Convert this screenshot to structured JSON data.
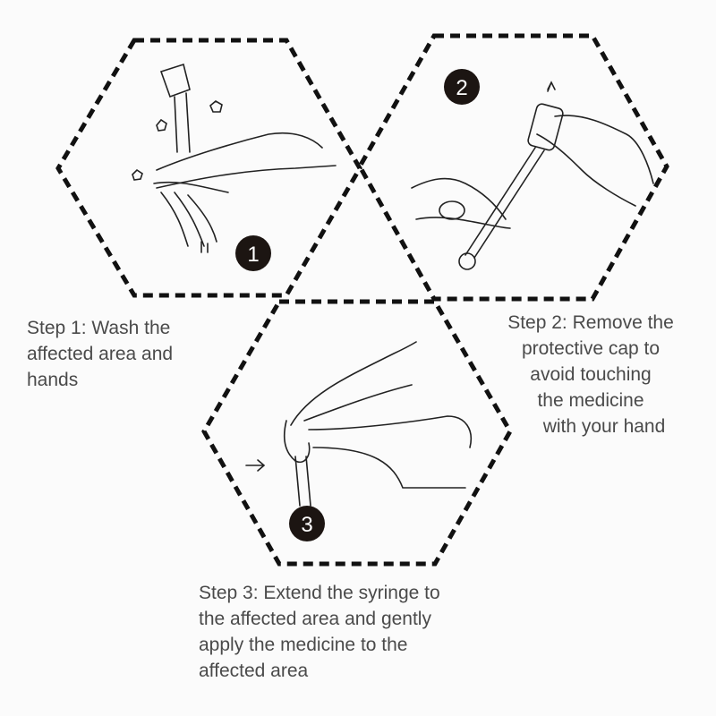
{
  "steps": [
    {
      "number": "1",
      "lines": [
        "Step 1: Wash the",
        "affected area and",
        "hands"
      ]
    },
    {
      "number": "2",
      "lines": [
        "Step 2: Remove the",
        "protective cap to",
        "avoid touching",
        "the medicine",
        "with your hand"
      ]
    },
    {
      "number": "3",
      "lines": [
        "Step 3: Extend the syringe to",
        "the affected area and gently",
        "apply the medicine to the",
        "affected area"
      ]
    }
  ],
  "colors": {
    "line": "#111111",
    "text": "#4a4a4a",
    "badge": "#1c1512"
  }
}
